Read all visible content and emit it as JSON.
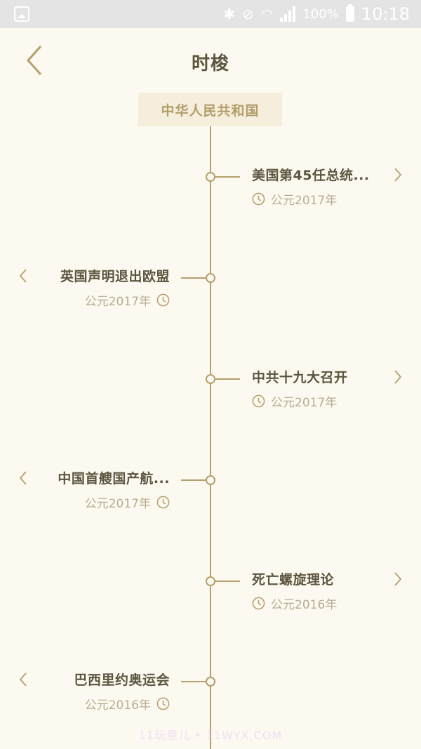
{
  "status_bar": {
    "notification_icon": "gallery-icon",
    "icons": [
      "bluetooth-icon",
      "vibrate-mute-icon",
      "wifi-icon",
      "signal-icon"
    ],
    "battery_percent": "100%",
    "time": "10:18"
  },
  "header": {
    "back_icon": "chevron-left-icon",
    "title": "时梭"
  },
  "era": {
    "label": "中华人民共和国"
  },
  "events": [
    {
      "side": "right",
      "title": "美国第45任总统...",
      "date": "公元2017年"
    },
    {
      "side": "left",
      "title": "英国声明退出欧盟",
      "date": "公元2017年"
    },
    {
      "side": "right",
      "title": "中共十九大召开",
      "date": "公元2017年"
    },
    {
      "side": "left",
      "title": "中国首艘国产航...",
      "date": "公元2017年"
    },
    {
      "side": "right",
      "title": "死亡螺旋理论",
      "date": "公元2016年"
    },
    {
      "side": "left",
      "title": "巴西里约奥运会",
      "date": "公元2016年"
    }
  ],
  "colors": {
    "background": "#fcf9f0",
    "accent": "#b59f6c",
    "title_text": "#5c5640",
    "date_text": "#b7ad92",
    "era_bg": "#f6eedc",
    "status_bar": "#e4e4e4"
  },
  "watermark": "11玩意儿 • 11WYX.COM"
}
